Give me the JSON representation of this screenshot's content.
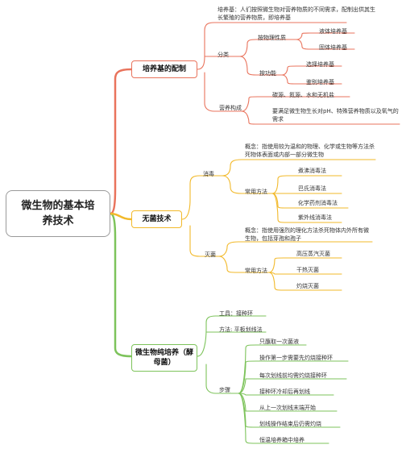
{
  "root": {
    "title": "微生物的基本培养技术"
  },
  "branch1": {
    "title": "培养基的配制",
    "color": "#e9735c",
    "definition": "培养基：人们按照微生物对营养物质的不同需求，配制出供其生长繁殖的营养物质，即培养基",
    "classify": {
      "label": "分类",
      "physical": {
        "label": "按物理性质",
        "items": [
          "液体培养基",
          "固体培养基"
        ]
      },
      "function": {
        "label": "按功能",
        "items": [
          "选择培养基",
          "鉴别培养基"
        ]
      }
    },
    "nutrition": {
      "label": "营养构成",
      "items": [
        "碳源、氮源、水和无机盐",
        "要满足微生物生长对pH、特殊营养物质以及氧气的需求"
      ]
    }
  },
  "branch2": {
    "title": "无菌技术",
    "color": "#f2b92a",
    "disinfect": {
      "label": "消毒",
      "concept": "概念：指使用较为温和的物理、化学或生物等方法杀死物体表面或内部一部分微生物",
      "methods_label": "常用方法",
      "methods": [
        "煮沸消毒法",
        "巴氏消毒法",
        "化学药剂消毒法",
        "紫外线消毒法"
      ]
    },
    "sterilize": {
      "label": "灭菌",
      "concept": "概念：指使用强烈的理化方法杀死物体内外所有微生物，包括芽孢和孢子",
      "methods_label": "常用方法",
      "methods": [
        "高压蒸汽灭菌",
        "干热灭菌",
        "灼烧灭菌"
      ]
    }
  },
  "branch3": {
    "title": "微生物纯培养（酵母菌）",
    "color": "#7dc35b",
    "tool": "工具：接种环",
    "method": "方法: 平板划线法",
    "steps_label": "步骤",
    "steps": [
      "只蘸取一次菌液",
      "操作第一步需要先灼烧接种环",
      "每次划线前均需灼烧接种环",
      "接种环冷却后再划线",
      "从上一次划线末端开始",
      "划线操作结束后仍需灼烧",
      "恒温培养箱中培养"
    ]
  }
}
